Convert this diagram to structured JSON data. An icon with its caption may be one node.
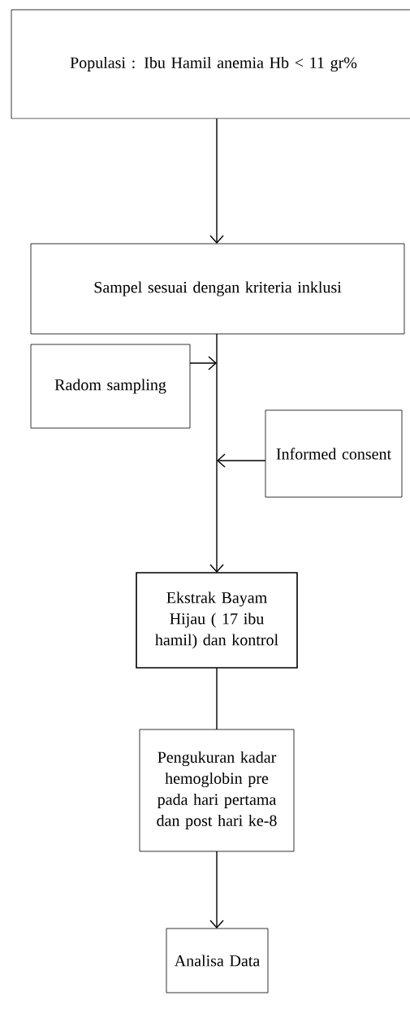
{
  "diagram": {
    "nodes": [
      {
        "text": [
          "Populasi : Ibu Hamil anemia Hb < 11 gr%"
        ]
      },
      {
        "text": [
          "Sampel sesuai dengan kriteria inklusi"
        ]
      },
      {
        "text": [
          "Radom sampling"
        ]
      },
      {
        "text": [
          "Informed consent"
        ]
      },
      {
        "text": [
          "Ekstrak Bayam Hijau ( 17 ibu hamil) dan kontrol"
        ]
      },
      {
        "text": [
          "Pengukuran kadar hemoglobin pre pada hari pertama dan post hari ke-8"
        ]
      },
      {
        "text": [
          "Analisa Data"
        ]
      }
    ],
    "edges": [
      {
        "from": 0,
        "to": 1,
        "arrow": "to"
      },
      {
        "from": 1,
        "to": 4,
        "arrow": "to"
      },
      {
        "from": 2,
        "to": null,
        "arrow": "to"
      },
      {
        "from": 3,
        "to": null,
        "arrow": "to"
      },
      {
        "from": 4,
        "to": 5,
        "arrow": "none"
      },
      {
        "from": 5,
        "to": 6,
        "arrow": "to"
      }
    ]
  }
}
